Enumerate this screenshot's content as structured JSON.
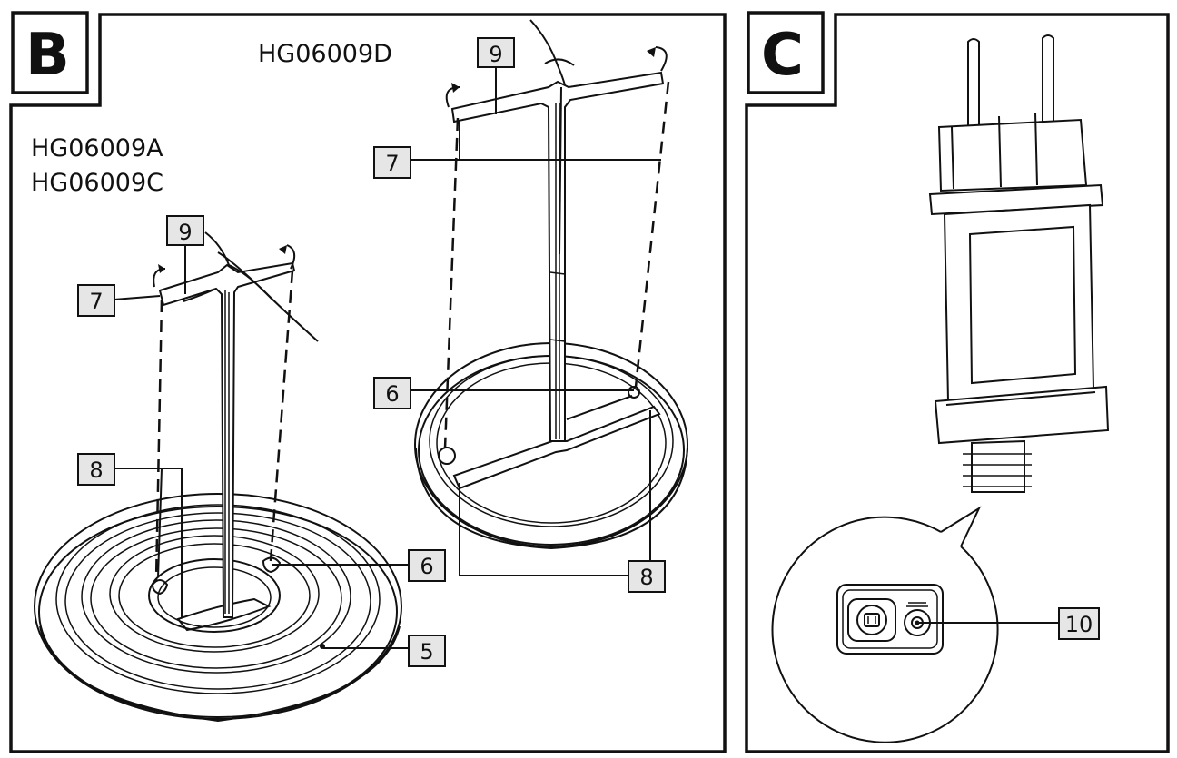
{
  "panels": {
    "b": {
      "letter": "B"
    },
    "c": {
      "letter": "C"
    }
  },
  "models": {
    "d": "HG06009D",
    "a": "HG06009A",
    "c": "HG06009C"
  },
  "callouts": {
    "b_left_9": "9",
    "b_left_7": "7",
    "b_left_8": "8",
    "b_left_6": "6",
    "b_left_5": "5",
    "b_right_9": "9",
    "b_right_7": "7",
    "b_right_6": "6",
    "b_right_8": "8",
    "c_10": "10"
  },
  "colors": {
    "stroke": "#111111",
    "callout_fill": "#e6e6e6",
    "background": "#ffffff"
  }
}
